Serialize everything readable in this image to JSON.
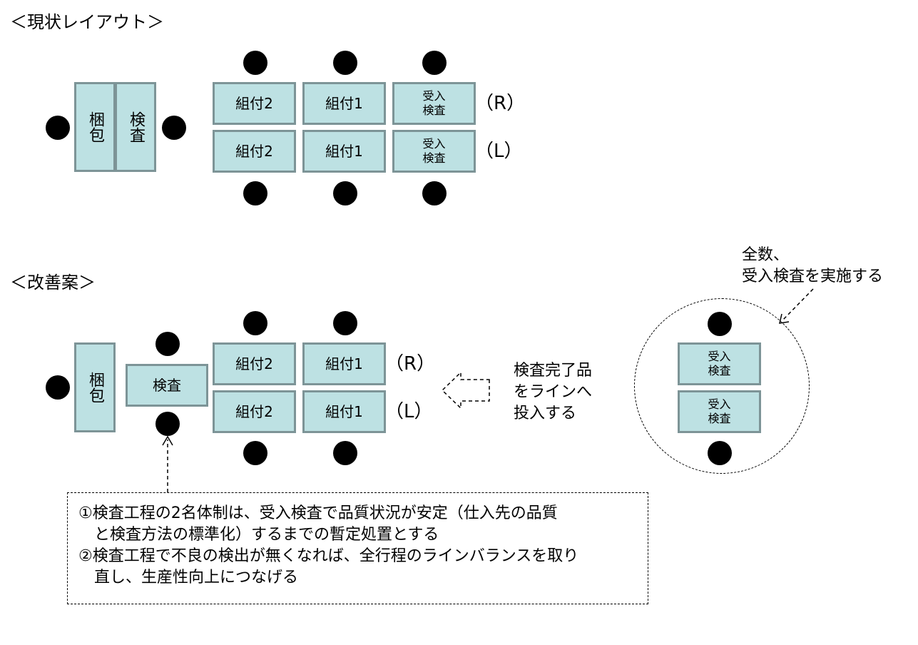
{
  "current": {
    "title": "＜現状レイアウト＞",
    "pack_label": "梱包",
    "inspect_label": "検査",
    "assembly2_label": "組付2",
    "assembly1_label": "組付1",
    "receiving_line1": "受入",
    "receiving_line2": "検査",
    "right_label": "（R）",
    "left_label": "（L）"
  },
  "proposal": {
    "title": "＜改善案＞",
    "pack_label": "梱包",
    "inspect_label": "検査",
    "assembly2_label": "組付2",
    "assembly1_label": "組付1",
    "right_label": "（R）",
    "left_label": "（L）",
    "inflow_note": [
      "検査完了品",
      "をラインへ",
      "投入する"
    ],
    "receiving_line1": "受入",
    "receiving_line2": "検査",
    "circle_note": [
      "全数、",
      "受入検査を実施する"
    ],
    "remarks": [
      "①検査工程の2名体制は、受入検査で品質状況が安定（仕入先の品質",
      "　と検査方法の標準化）するまでの暫定処置とする",
      "②検査工程で不良の検出が無くなれば、全行程のラインバランスを取り",
      "　直し、生産性向上につなげる"
    ]
  }
}
